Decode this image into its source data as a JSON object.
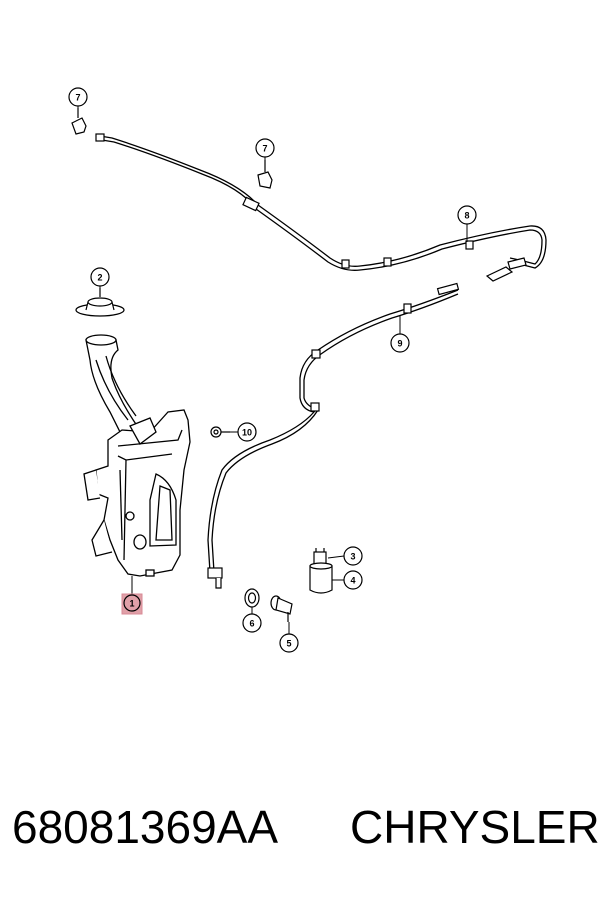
{
  "diagram": {
    "callouts": [
      {
        "id": "callout-7a",
        "label": "7",
        "highlighted": false
      },
      {
        "id": "callout-7b",
        "label": "7",
        "highlighted": false
      },
      {
        "id": "callout-8",
        "label": "8",
        "highlighted": false
      },
      {
        "id": "callout-2",
        "label": "2",
        "highlighted": false
      },
      {
        "id": "callout-9",
        "label": "9",
        "highlighted": false
      },
      {
        "id": "callout-10",
        "label": "10",
        "highlighted": false
      },
      {
        "id": "callout-1",
        "label": "1",
        "highlighted": true
      },
      {
        "id": "callout-3",
        "label": "3",
        "highlighted": false
      },
      {
        "id": "callout-4",
        "label": "4",
        "highlighted": false
      },
      {
        "id": "callout-6",
        "label": "6",
        "highlighted": false
      },
      {
        "id": "callout-5",
        "label": "5",
        "highlighted": false
      }
    ],
    "highlight_color": "#e0a0a8"
  },
  "caption": {
    "part_number": "68081369AA",
    "brand": "CHRYSLER"
  }
}
